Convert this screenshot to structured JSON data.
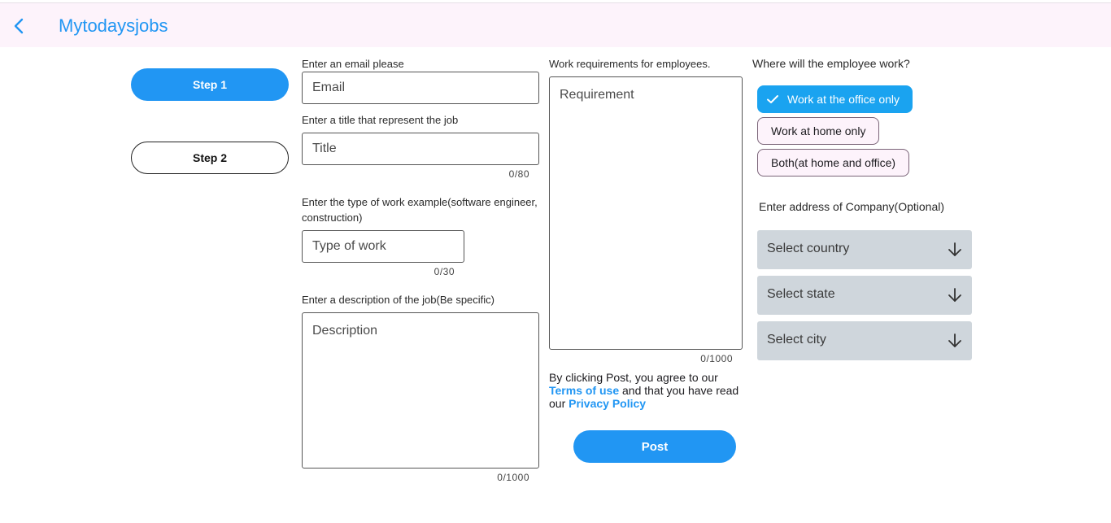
{
  "app": {
    "title": "Mytodaysjobs"
  },
  "steps": {
    "step1": "Step 1",
    "step2": "Step 2"
  },
  "form": {
    "email": {
      "label": "Enter an email please",
      "placeholder": "Email"
    },
    "title": {
      "label": "Enter a title that represent the job",
      "placeholder": "Title",
      "counter": "0/80"
    },
    "type_of_work": {
      "label": "Enter the type of work example(software engineer, construction)",
      "placeholder": "Type of work",
      "counter": "0/30"
    },
    "description": {
      "label": "Enter a description of the job(Be specific)",
      "placeholder": "Description",
      "counter": "0/1000"
    },
    "requirement": {
      "label": "Work requirements for employees.",
      "placeholder": "Requirement",
      "counter": "0/1000"
    }
  },
  "legal": {
    "prefix": "By clicking Post, you agree to our",
    "terms": "Terms of use",
    "middle": "and that you have read our",
    "privacy": "Privacy Policy"
  },
  "post_label": "Post",
  "work_location": {
    "question": "Where will the employee work?",
    "options": [
      "Work at the office only",
      "Work at home only",
      "Both(at home and office)"
    ],
    "selected": "Work at the office only"
  },
  "address": {
    "label": "Enter address of Company(Optional)",
    "country": "Select country",
    "state": "Select state",
    "city": "Select city"
  },
  "colors": {
    "accent": "#2196f3",
    "appbar_bg": "#fdf3fb",
    "chip_selected": "#1aa3f0",
    "select_bg": "#cfd6dc"
  },
  "icons": {
    "back": "chevron-left-icon",
    "check": "check-icon",
    "dropdown": "arrow-down-icon"
  }
}
